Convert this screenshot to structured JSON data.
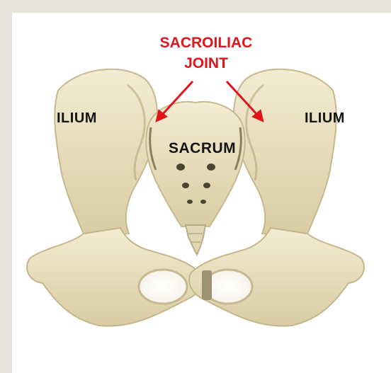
{
  "title": {
    "line1": "SACROILIAC",
    "line2": "JOINT"
  },
  "labels": {
    "ilium_left": "ILIUM",
    "ilium_right": "ILIUM",
    "sacrum": "SACRUM"
  },
  "colors": {
    "bone": "#ece3c4",
    "bone_shadow": "#b9ac86",
    "accent": "#e0141b",
    "outer_frame": "#e6e3dd"
  },
  "icons": {
    "arrow_left": "red-arrow-icon",
    "arrow_right": "red-arrow-icon"
  }
}
